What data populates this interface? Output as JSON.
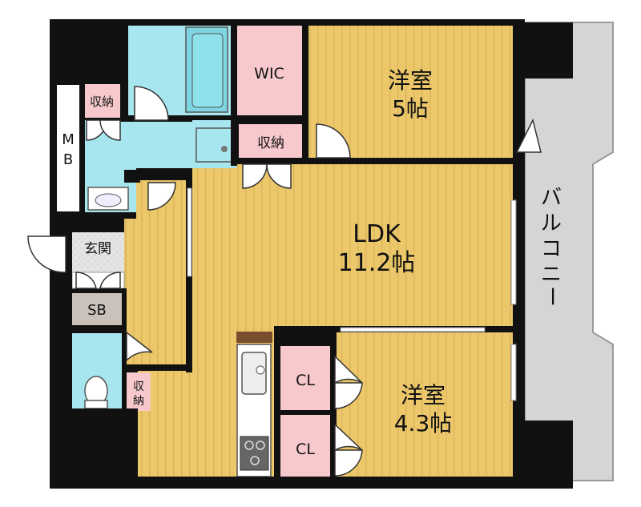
{
  "rooms": {
    "western_a": {
      "name": "洋室",
      "size": "5帖"
    },
    "western_b": {
      "name": "洋室",
      "size": "4.3帖"
    },
    "ldk": {
      "name": "LDK",
      "size": "11.2帖"
    },
    "wic": {
      "name": "WIC"
    },
    "storage": "収納",
    "mb": [
      "M",
      "B"
    ],
    "entrance": "玄関",
    "sb": "SB",
    "closet": "CL",
    "balcony": [
      "バ",
      "ル",
      "コ",
      "ニ",
      "ー"
    ]
  },
  "colors": {
    "wall": "#111111",
    "floor": "#ecc86a",
    "floor_stripe": "#d7ae52",
    "wet": "#a8e6ef",
    "pink": "#f7c9cd",
    "tile": "#dcdcdc",
    "sb": "#c9c1ba",
    "balcony": "#d5d5d5",
    "kitchen": "#7a4d2c"
  }
}
